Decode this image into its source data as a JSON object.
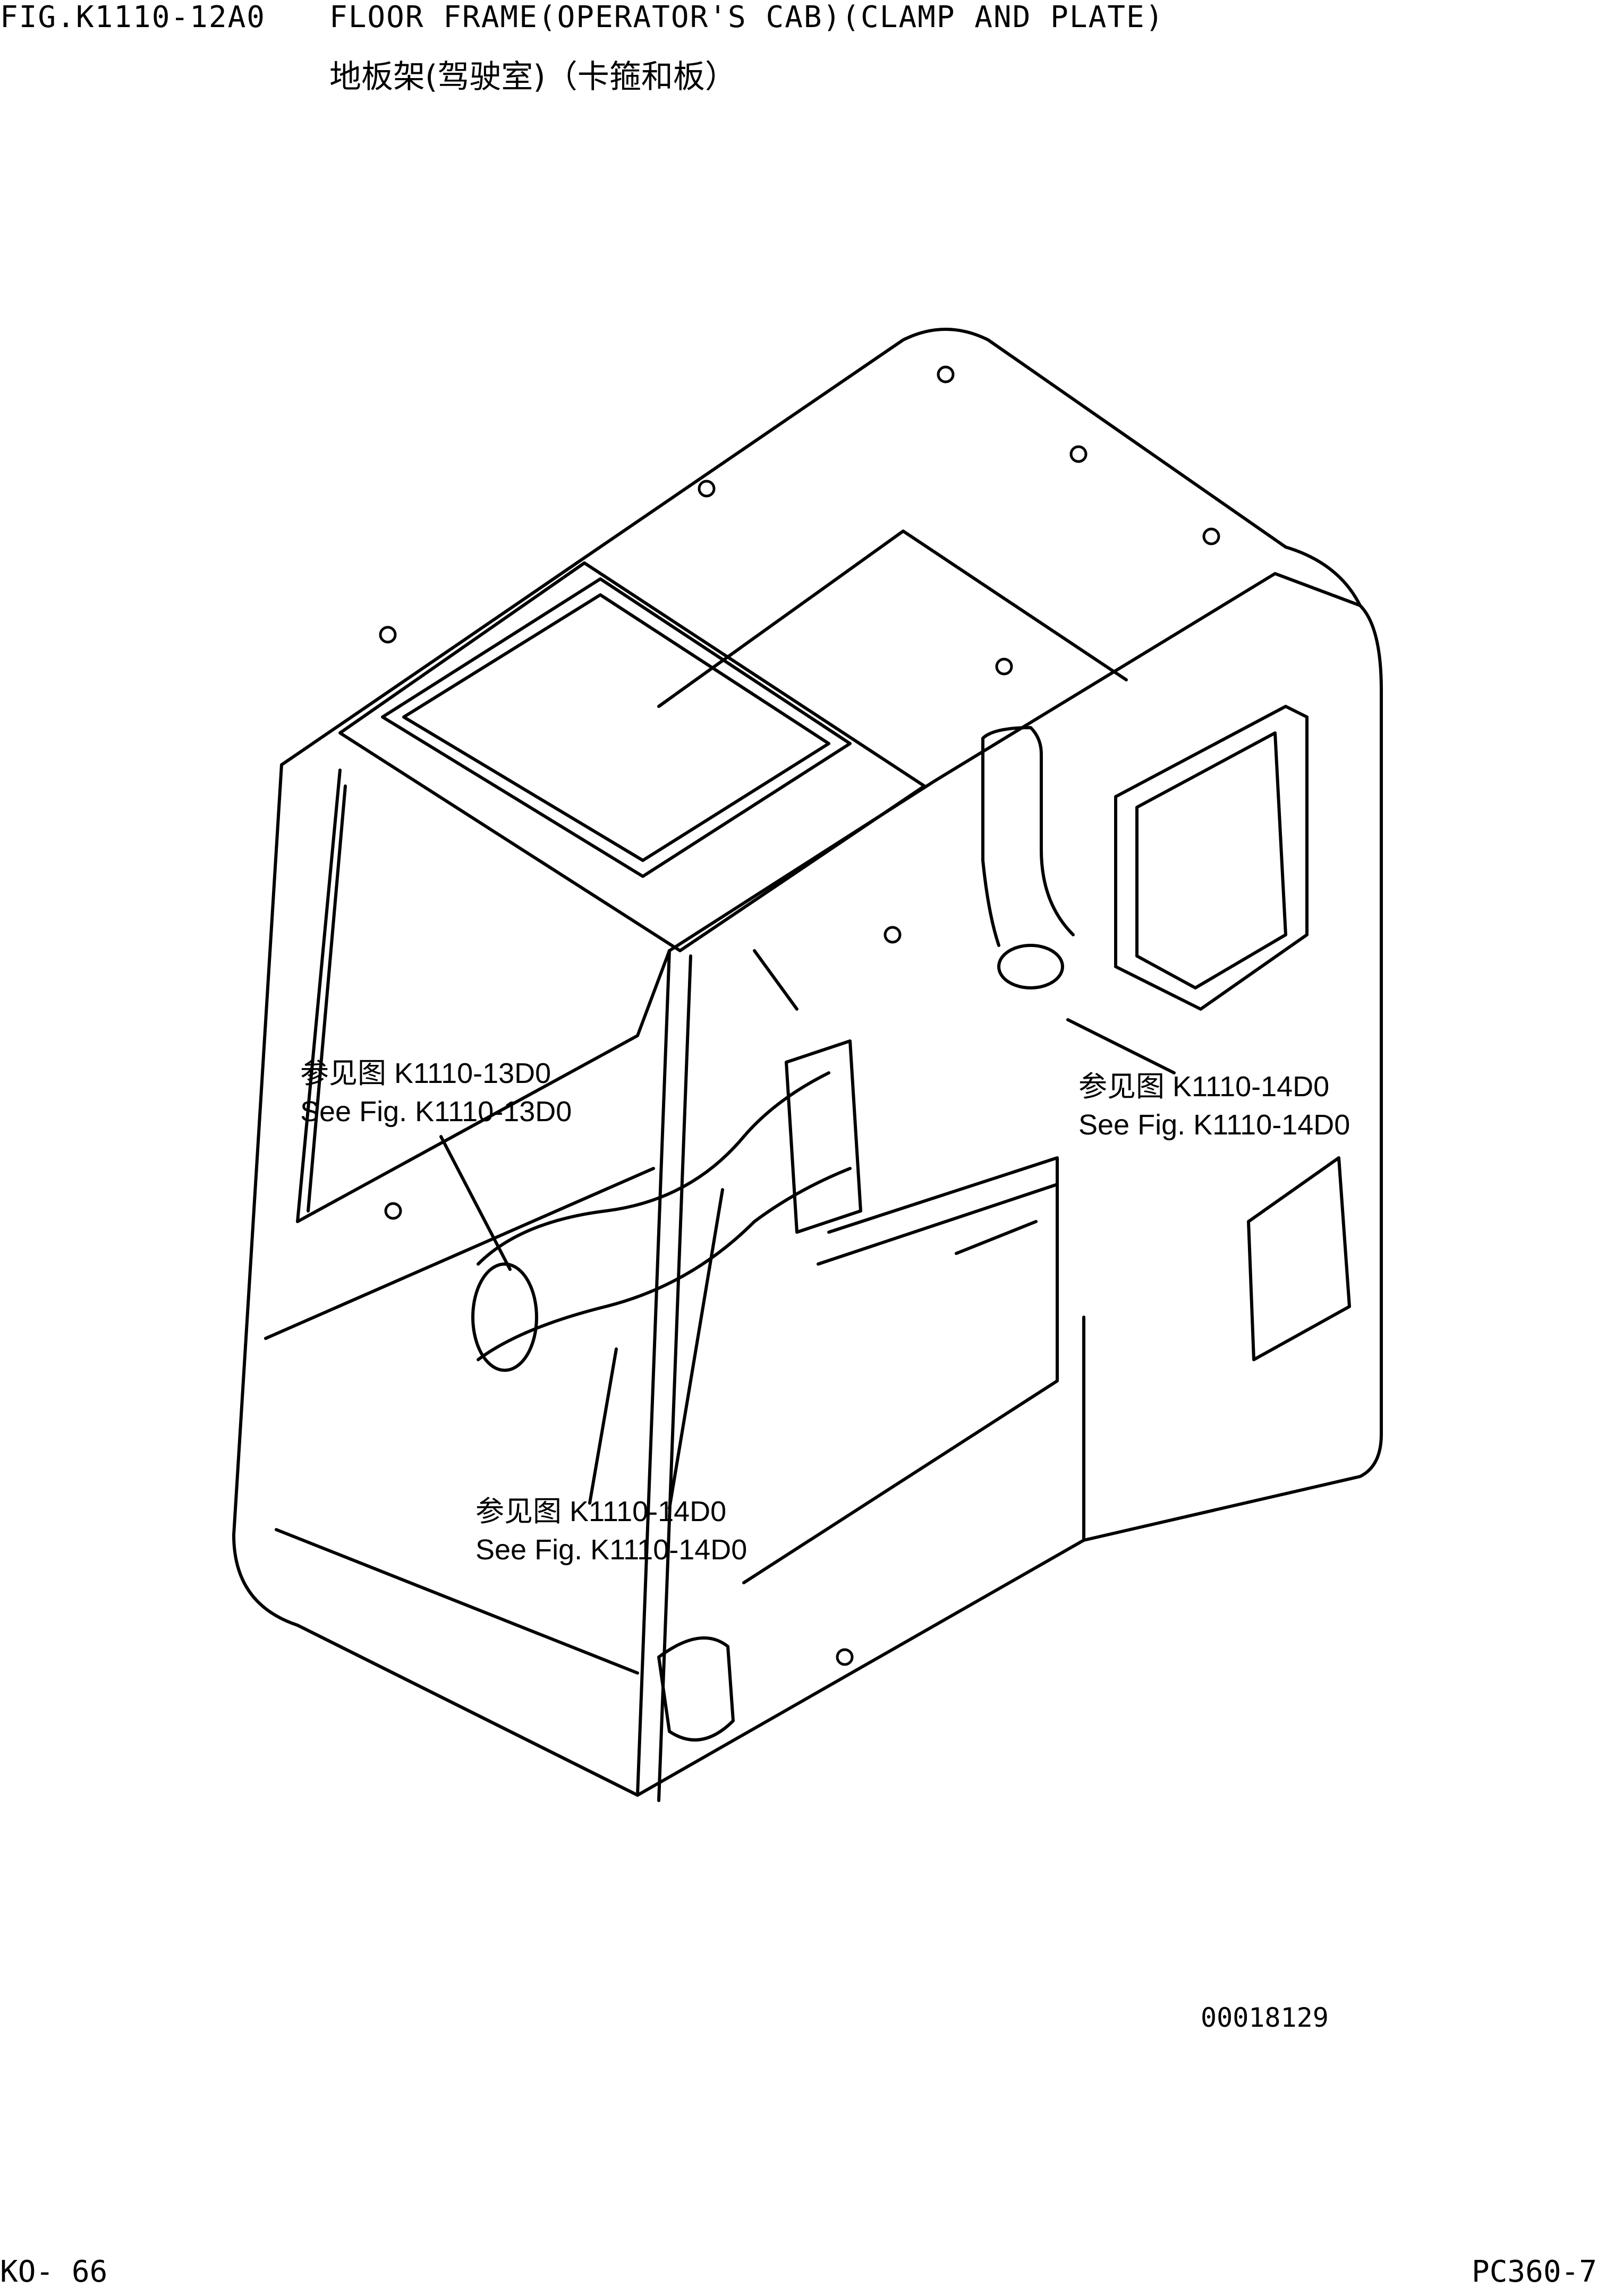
{
  "header": {
    "fig_number": "FIG.K1110-12A0",
    "title_en": "FLOOR FRAME(OPERATOR'S CAB)(CLAMP AND PLATE)",
    "title_cn": "地板架(驾驶室)（卡箍和板）"
  },
  "callouts": [
    {
      "cn": "参见图 K1110-13D0",
      "en": "See Fig. K1110-13D0"
    },
    {
      "cn": "参见图 K1110-14D0",
      "en": "See Fig. K1110-14D0"
    },
    {
      "cn": "参见图 K1110-14D0",
      "en": "See Fig. K1110-14D0"
    }
  ],
  "drawing_id": "00018129",
  "footer": {
    "page": "KO- 66",
    "model": "PC360-7"
  }
}
